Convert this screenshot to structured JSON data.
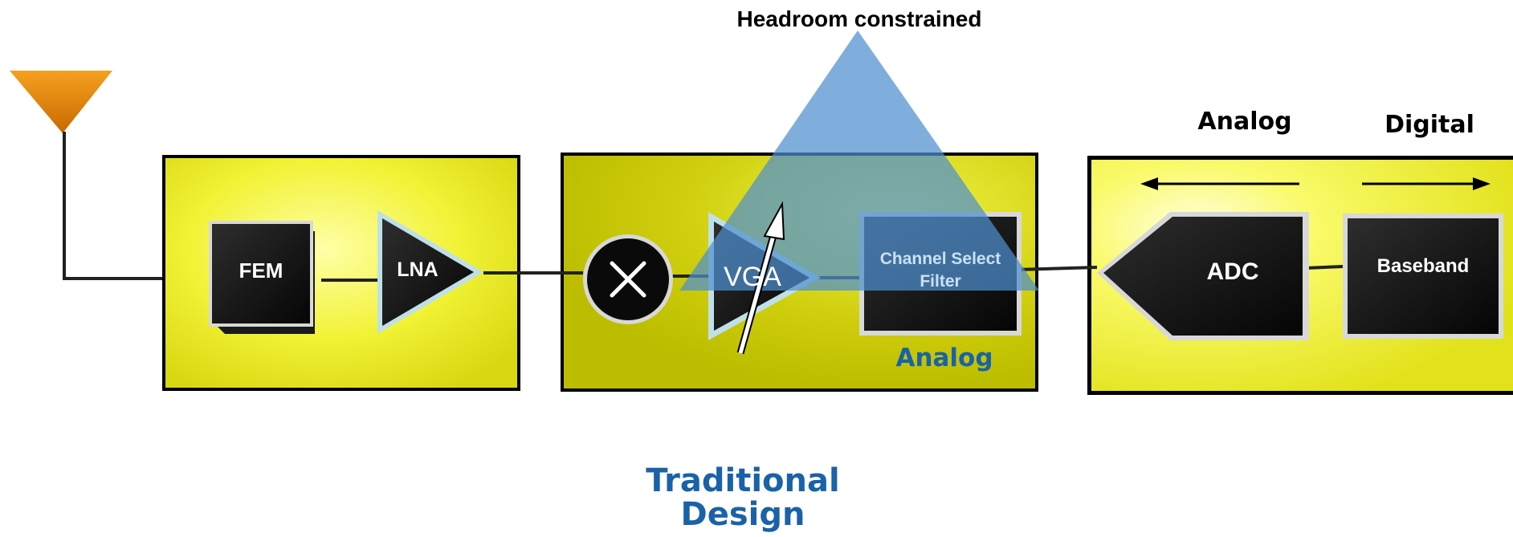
{
  "headroom_label": "Headroom constrained",
  "blocks": {
    "fem": "FEM",
    "lna": "LNA",
    "vga": "VGA",
    "channel_select": "Channel Select Filter",
    "adc": "ADC",
    "baseband": "Baseband"
  },
  "section_labels": {
    "analog_stage": "Analog",
    "domain_analog": "Analog",
    "domain_digital": "Digital"
  },
  "footer_title": "Traditional Design",
  "colors": {
    "board_yellow": "#e6e620",
    "board_yellow_light": "#ffff8c",
    "block_black": "#111111",
    "antenna_orange": "#e08a0c",
    "headroom_triangle": "#4f8fcf",
    "label_blue": "#1a62a8"
  },
  "icons": [
    "antenna-icon",
    "mixer-icon",
    "gain-arrow-icon"
  ]
}
